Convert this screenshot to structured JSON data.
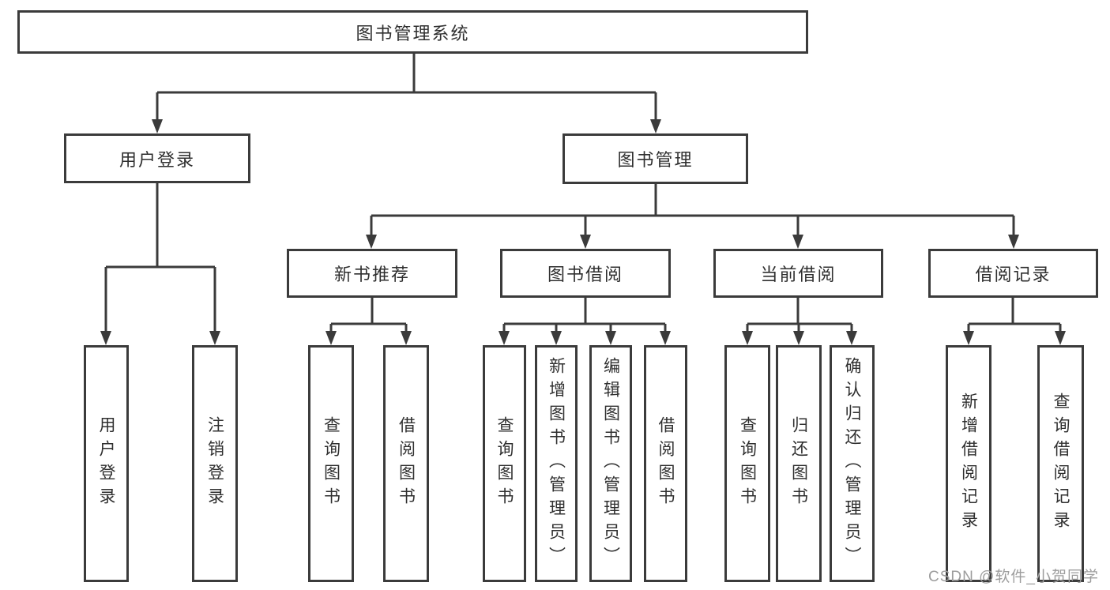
{
  "diagram": {
    "root": {
      "label": "图书管理系统"
    },
    "level2": [
      {
        "label": "用户登录"
      },
      {
        "label": "图书管理"
      }
    ],
    "level3": [
      {
        "label": "新书推荐"
      },
      {
        "label": "图书借阅"
      },
      {
        "label": "当前借阅"
      },
      {
        "label": "借阅记录"
      }
    ],
    "leaves": [
      {
        "label": "用户登录"
      },
      {
        "label": "注销登录"
      },
      {
        "label": "查询图书"
      },
      {
        "label": "借阅图书"
      },
      {
        "label": "查询图书"
      },
      {
        "label": "新增图书（管理员）"
      },
      {
        "label": "编辑图书（管理员）"
      },
      {
        "label": "借阅图书"
      },
      {
        "label": "查询图书"
      },
      {
        "label": "归还图书"
      },
      {
        "label": "确认归还（管理员）"
      },
      {
        "label": "新增借阅记录"
      },
      {
        "label": "查询借阅记录"
      }
    ],
    "watermark": "CSDN @软件_小贺同学",
    "colors": {
      "line": "#3b3b3b",
      "text": "#2f2f2f",
      "background": "#ffffff",
      "watermark": "#9d9d9d"
    }
  }
}
